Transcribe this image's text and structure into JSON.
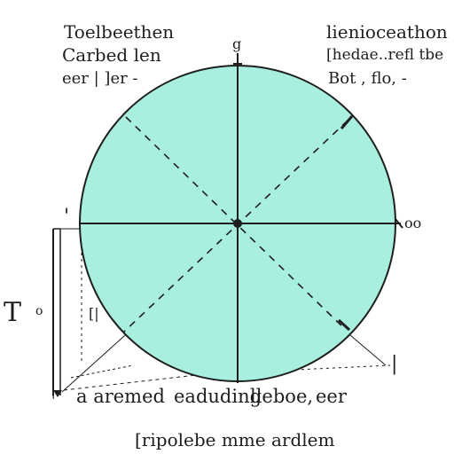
{
  "colors": {
    "circle_fill": "#a8efdf",
    "ink": "#1e1e1e",
    "background": "#ffffff"
  },
  "labels": {
    "top_left": [
      "Toelbeethen",
      "Carbed  len",
      "eer  |  ]er  -"
    ],
    "top_right": [
      "lienioceathon",
      "[hedae..refl  tbe",
      "Bot  ,  flo,  -"
    ],
    "top_mark": "g",
    "right_mark": "oo",
    "left_mark": "'",
    "side_letter": "T",
    "side_mark": "o",
    "inner_mark": "[|",
    "bottom_left_mark": "'",
    "bottom_right_mark": "|",
    "bottom_line": [
      "a  aremed",
      "eaduding",
      "lleboe,",
      "eer"
    ],
    "footer": "[ripolebe  mme  ardlem"
  }
}
